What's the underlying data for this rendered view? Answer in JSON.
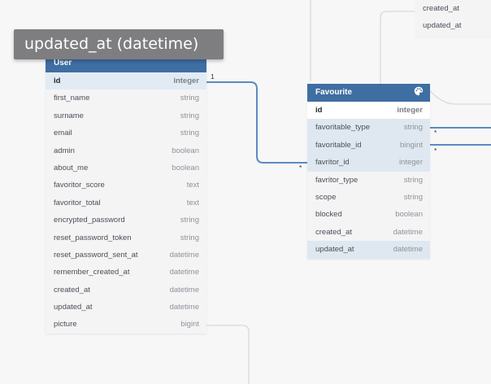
{
  "tooltip": {
    "text": "updated_at (datetime)"
  },
  "top_partial_table": {
    "rows": [
      {
        "name": "created_at"
      },
      {
        "name": "updated_at"
      }
    ]
  },
  "user_table": {
    "title": "User",
    "rows": [
      {
        "name": "id",
        "type": "integer"
      },
      {
        "name": "first_name",
        "type": "string"
      },
      {
        "name": "surname",
        "type": "string"
      },
      {
        "name": "email",
        "type": "string"
      },
      {
        "name": "admin",
        "type": "boolean"
      },
      {
        "name": "about_me",
        "type": "boolean"
      },
      {
        "name": "favoritor_score",
        "type": "text"
      },
      {
        "name": "favoritor_total",
        "type": "text"
      },
      {
        "name": "encrypted_password",
        "type": "string"
      },
      {
        "name": "reset_password_token",
        "type": "string"
      },
      {
        "name": "reset_password_sent_at",
        "type": "datetime"
      },
      {
        "name": "remember_created_at",
        "type": "datetime"
      },
      {
        "name": "created_at",
        "type": "datetime"
      },
      {
        "name": "updated_at",
        "type": "datetime"
      },
      {
        "name": "picture",
        "type": "bigint"
      }
    ]
  },
  "favourite_table": {
    "title": "Favourite",
    "icon": "palette-icon",
    "rows": [
      {
        "name": "id",
        "type": "integer"
      },
      {
        "name": "favoritable_type",
        "type": "string"
      },
      {
        "name": "favoritable_id",
        "type": "bingint"
      },
      {
        "name": "favritor_id",
        "type": "integer"
      },
      {
        "name": "favritor_type",
        "type": "string"
      },
      {
        "name": "scope",
        "type": "string"
      },
      {
        "name": "blocked",
        "type": "boolean"
      },
      {
        "name": "created_at",
        "type": "datetime"
      },
      {
        "name": "updated_at",
        "type": "datetime"
      }
    ]
  },
  "relationships": {
    "user_id_to_favritor": {
      "from_card": "1",
      "to_card": "*"
    },
    "favoritable_type_link": {
      "to_card": "*"
    },
    "favoritable_id_link": {
      "to_card": "*"
    }
  },
  "colors": {
    "header": "#3f6ea3",
    "link_active": "#5b8ac4",
    "link_inactive": "#d0d2d6",
    "row_highlight": "#dfe8f0",
    "tooltip_bg": "#7e7e80"
  }
}
